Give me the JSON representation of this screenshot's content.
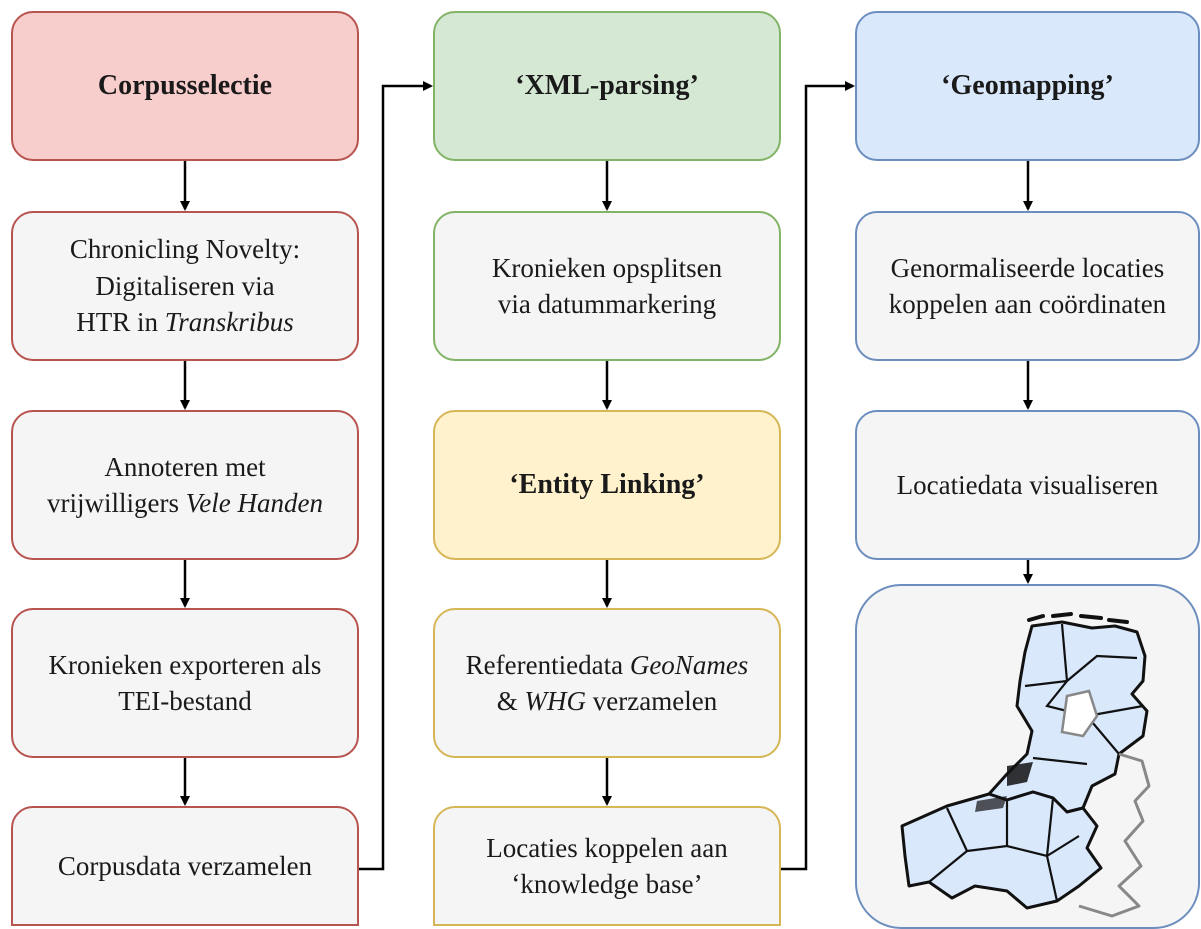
{
  "columns": [
    {
      "title": "Corpusselectie",
      "steps": [
        {
          "parts": [
            {
              "t": "Chronicling Novelty:"
            },
            {
              "br": true
            },
            {
              "t": "Digitaliseren via"
            },
            {
              "br": true
            },
            {
              "t": "HTR in "
            },
            {
              "t": "Transkribus",
              "i": true
            }
          ]
        },
        {
          "parts": [
            {
              "t": "Annoteren met"
            },
            {
              "br": true
            },
            {
              "t": "vrijwilligers "
            },
            {
              "t": "Vele Handen",
              "i": true
            }
          ]
        },
        {
          "parts": [
            {
              "t": "Kronieken exporteren als"
            },
            {
              "br": true
            },
            {
              "t": "TEI-bestand"
            }
          ]
        },
        {
          "parts": [
            {
              "t": "Corpusdata verzamelen"
            }
          ]
        }
      ]
    },
    {
      "title": "‘XML-parsing’",
      "steps": [
        {
          "parts": [
            {
              "t": "Kronieken opsplitsen"
            },
            {
              "br": true
            },
            {
              "t": "via datummarkering"
            }
          ]
        }
      ]
    },
    {
      "title": "‘Entity Linking’",
      "steps": [
        {
          "parts": [
            {
              "t": "Referentiedata "
            },
            {
              "t": "GeoNames",
              "i": true
            },
            {
              "br": true
            },
            {
              "t": "& "
            },
            {
              "t": "WHG",
              "i": true
            },
            {
              "t": " verzamelen"
            }
          ]
        },
        {
          "parts": [
            {
              "t": "Locaties koppelen aan"
            },
            {
              "br": true
            },
            {
              "t": "‘knowledge base’"
            }
          ]
        }
      ]
    },
    {
      "title": "‘Geomapping’",
      "steps": [
        {
          "parts": [
            {
              "t": "Genormaliseerde locaties"
            },
            {
              "br": true
            },
            {
              "t": "koppelen aan coördinaten"
            }
          ]
        },
        {
          "parts": [
            {
              "t": "Locatiedata visualiseren"
            }
          ]
        }
      ]
    }
  ],
  "colors": {
    "red_border": "#b85450",
    "red_fill": "#f8cecc",
    "green_border": "#82b366",
    "green_fill": "#d5e8d4",
    "yellow_border": "#d6b656",
    "yellow_fill": "#fff2cc",
    "blue_border": "#6c8ebf",
    "blue_fill": "#dae8fc",
    "step_fill": "#f5f5f5",
    "map_fill": "#dae8fc"
  },
  "map": {
    "icon": "netherlands-belgium-map-icon"
  }
}
